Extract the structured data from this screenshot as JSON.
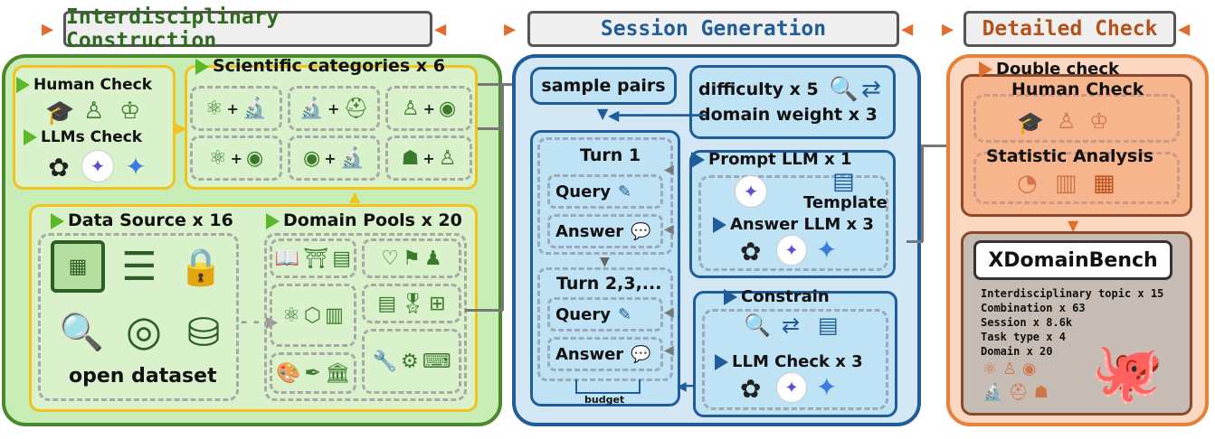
{
  "colors": {
    "green": "#5cb82a",
    "blue": "#1f5c99",
    "orange": "#e06d2c"
  },
  "header": {
    "left": "Interdisciplinary Construction",
    "mid": "Session Generation",
    "right": "Detailed Check"
  },
  "left": {
    "human_check": "Human Check",
    "llms_check": "LLMs Check",
    "sci_categories": "Scientific categories x 6",
    "data_source": "Data Source x 16",
    "domain_pools": "Domain Pools x 20",
    "open_dataset": "open dataset"
  },
  "mid": {
    "sample_pairs": "sample pairs",
    "difficulty": "difficulty x 5",
    "domain_weight": "domain weight x 3",
    "turn1": "Turn 1",
    "query": "Query",
    "answer": "Answer",
    "turn2": "Turn 2,3,...",
    "budget": "budget",
    "prompt_llm": "Prompt LLM x 1",
    "template": "Template",
    "answer_llm": "Answer LLM x 3",
    "constrain": "Constrain",
    "llm_check": "LLM Check x 3"
  },
  "right": {
    "double_check": "Double check",
    "human_check": "Human Check",
    "statistic": "Statistic Analysis",
    "bench": "XDomainBench",
    "stats": [
      "Interdisciplinary topic x 15",
      "Combination x 63",
      "Session x 8.6k",
      "Task type x 4",
      "Domain x 20"
    ]
  },
  "icons": [
    "atom-icon",
    "microscope-icon",
    "person-icon",
    "graduation-cap-icon",
    "gpt-icon",
    "gemini-icon",
    "server-icon",
    "database-icon",
    "search-icon",
    "swap-icon",
    "document-icon",
    "pie-chart-icon",
    "bar-chart-icon",
    "octopus-mascot"
  ]
}
